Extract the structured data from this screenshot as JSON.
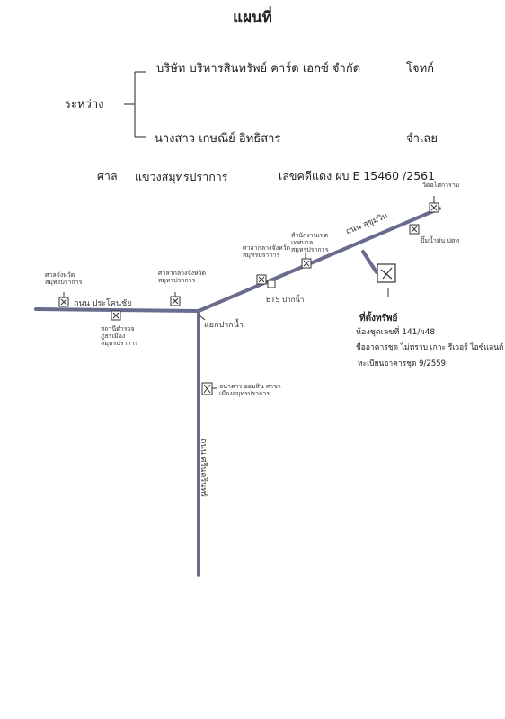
{
  "header": {
    "title": "แผนที่",
    "between_label": "ระหว่าง",
    "plaintiff_name": "บริษัท บริหารสินทรัพย์ คาร์ด เอกซ์ จำกัด",
    "plaintiff_role": "โจทก์",
    "defendant_name": "นางสาว เกษณีย์ อิทธิสาร",
    "defendant_role": "จำเลย"
  },
  "court": {
    "label": "ศาล",
    "name": "แขวงสมุทรปราการ",
    "case_label": "เลขคดีแดง ผบ E 15460 /2561"
  },
  "roads": {
    "prakhon_chai": "ถนน ประโคนชัย",
    "sukhumvit": "ถนน สุขุมวิท",
    "srinakarin": "ถนน ศรีนครินทร์",
    "pak_nam_junction": "แยกปากน้ำ"
  },
  "landmarks": {
    "provincial_hall": "ศาลากลางจังหวัดสมุทรปราการ",
    "provincial_court": "ศาลจังหวัดสมุทรปราการ",
    "police_station": "สถานีตำรวจภูธรเมืองสมุทรปราการ",
    "city_hall": "ศาลากลางจังหวัดสมุทรปราการ",
    "district_office": "สำนักงานเขตเทศบาลสมุทรปราการ",
    "bts": "BTS ปากน้ำ",
    "top_right": "วัดอโศการาม",
    "bank": "ธนาคาร ออมสิน สาขา เมืองสมุทรปราการ",
    "right_side": "ปั๊มน้ำมัน ปตท"
  },
  "property": {
    "title": "ที่ตั้งทรัพย์",
    "room_line": "ห้องชุดเลขที่ 141/ผ48",
    "building_line": "ชื่ออาคารชุด ไม่ทราบ เกาะ รีเวอร์ ไอซ์แลนด์",
    "registration_line": "ทะเบียนอาคารชุด 9/2559"
  },
  "colors": {
    "road": "#6a6c8e",
    "ink": "#222222"
  },
  "icons": {
    "landmark_marker": "boxed-x-icon"
  }
}
